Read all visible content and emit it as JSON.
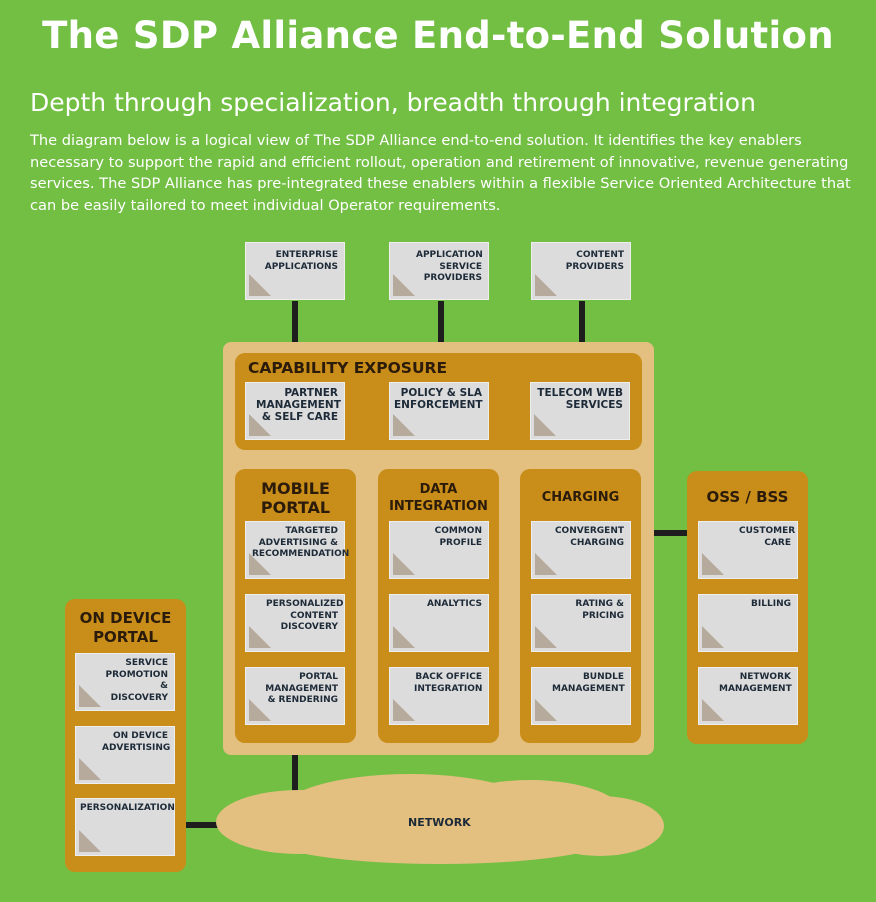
{
  "title": "The SDP Alliance End-to-End Solution",
  "subtitle": "Depth through specialization, breadth through integration",
  "intro": "The diagram below is a logical view of The SDP Alliance end-to-end solution. It identifies the key enablers necessary to support the rapid and efficient rollout, operation and retirement of innovative, revenue generating services. The SDP Alliance has pre-integrated these enablers within a flexible Service Oriented Architecture that can be easily tailored to meet individual Operator requirements.",
  "top_boxes": [
    "ENTERPRISE APPLICATIONS",
    "APPLICATION SERVICE PROVIDERS",
    "CONTENT PROVIDERS"
  ],
  "capability_exposure": {
    "heading": "CAPABILITY EXPOSURE",
    "items": [
      "PARTNER MANAGEMENT & SELF CARE",
      "POLICY & SLA ENFORCEMENT",
      "TELECOM WEB SERVICES"
    ]
  },
  "mobile_portal": {
    "heading": "MOBILE PORTAL",
    "items": [
      "TARGETED ADVERTISING & RECOMMENDATION",
      "PERSONALIZED CONTENT DISCOVERY",
      "PORTAL MANAGEMENT & RENDERING"
    ]
  },
  "data_integration": {
    "heading": "DATA INTEGRATION",
    "items": [
      "COMMON PROFILE",
      "ANALYTICS",
      "BACK OFFICE INTEGRATION"
    ]
  },
  "charging": {
    "heading": "CHARGING",
    "items": [
      "CONVERGENT CHARGING",
      "RATING & PRICING",
      "BUNDLE MANAGEMENT"
    ]
  },
  "oss_bss": {
    "heading": "OSS / BSS",
    "items": [
      "CUSTOMER CARE",
      "BILLING",
      "NETWORK MANAGEMENT"
    ]
  },
  "on_device_portal": {
    "heading": "ON DEVICE PORTAL",
    "items": [
      "SERVICE PROMOTION & DISCOVERY",
      "ON DEVICE ADVERTISING",
      "PERSONALIZATION"
    ]
  },
  "network": "NETWORK",
  "colors": {
    "background": "#72bf44",
    "panel": "#e3bf80",
    "group": "#c98d1a",
    "box": "#dcdcdc",
    "connector": "#1e1e1e"
  }
}
